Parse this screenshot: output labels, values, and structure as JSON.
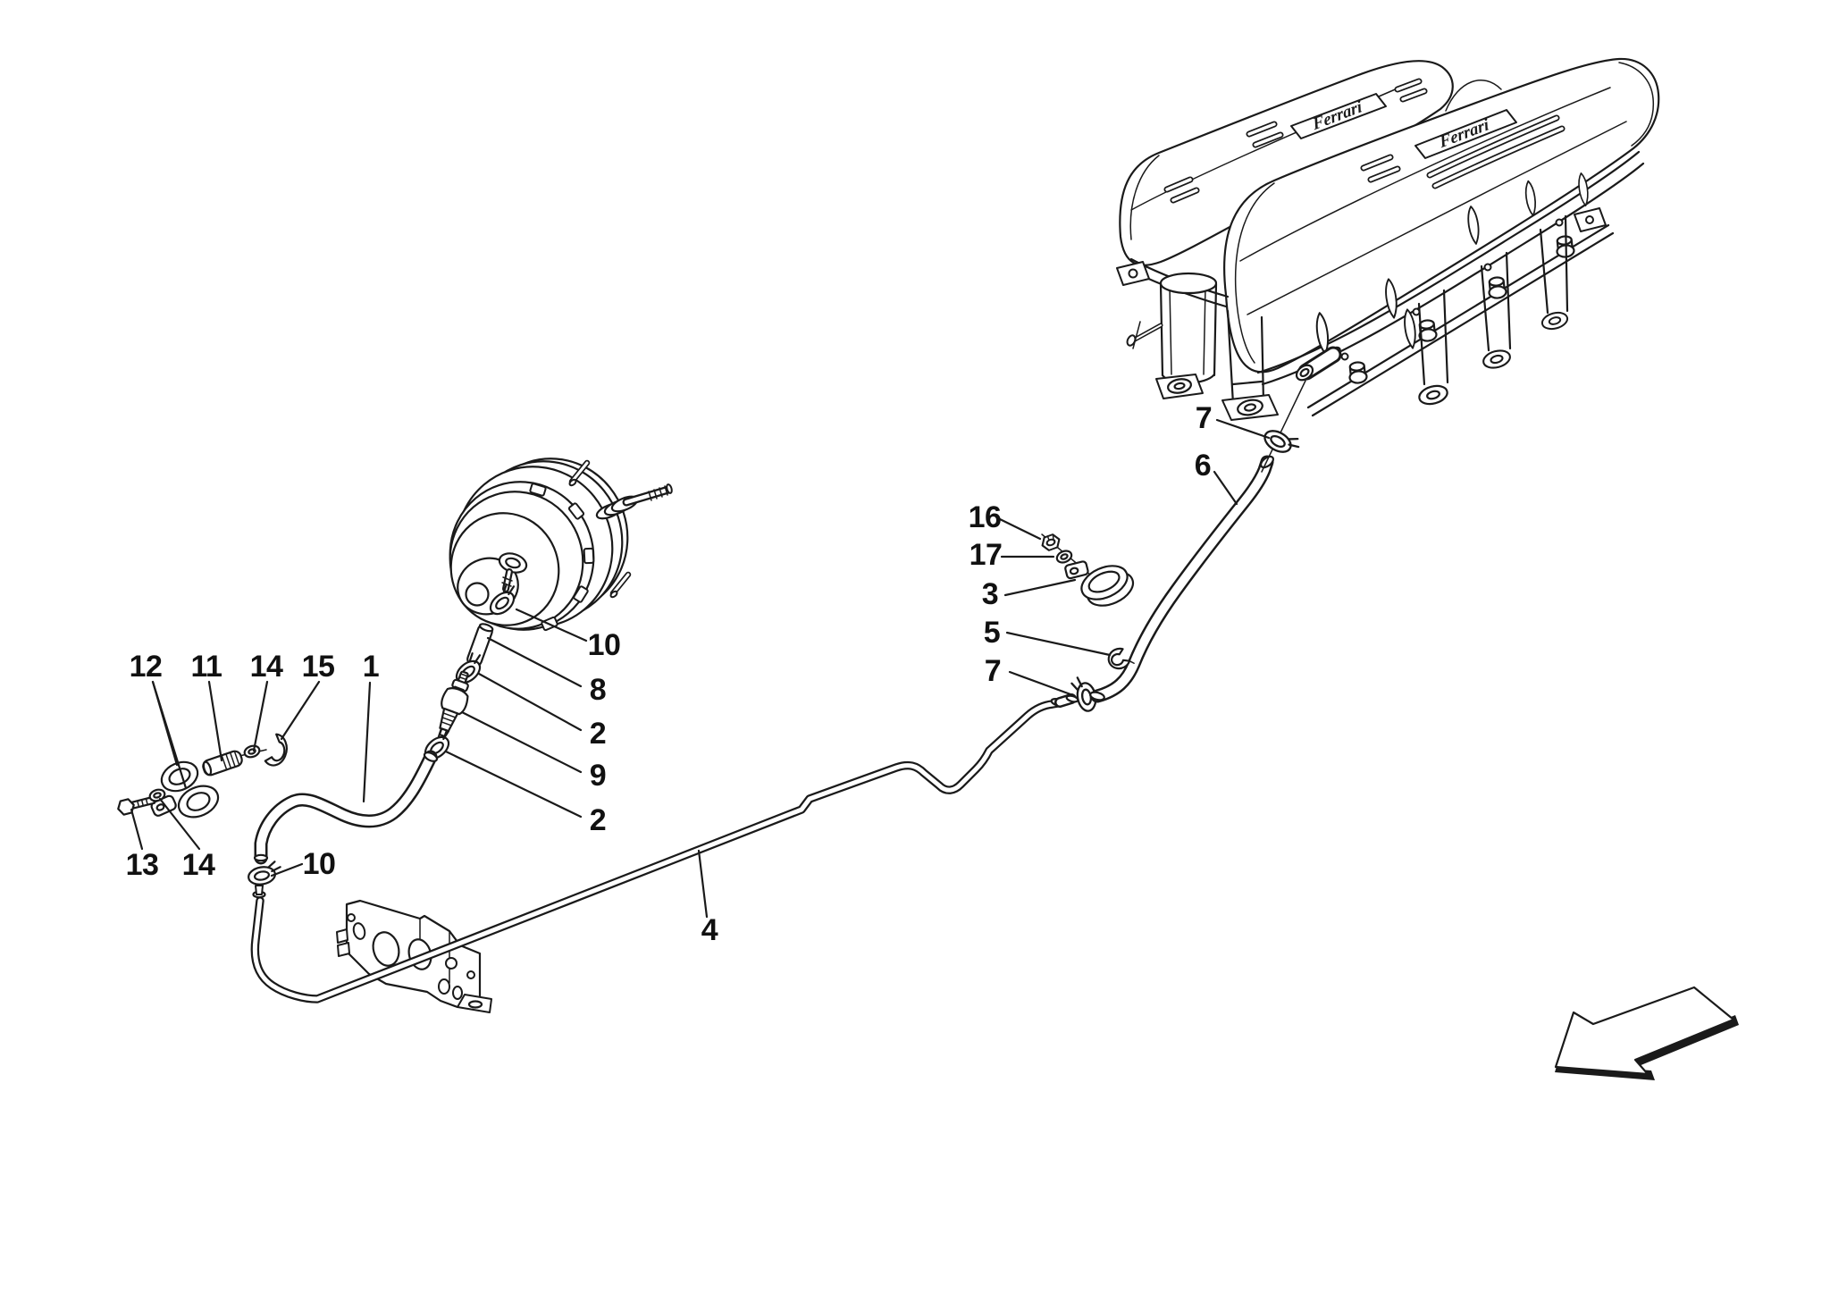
{
  "figure": {
    "background": "#ffffff",
    "line_color": "#1a1a1a",
    "label_color": "#111111"
  },
  "logo": {
    "text": "Ferrari"
  },
  "callouts": [
    {
      "label": "12"
    },
    {
      "label": "11"
    },
    {
      "label": "14"
    },
    {
      "label": "15"
    },
    {
      "label": "1"
    },
    {
      "label": "13"
    },
    {
      "label": "14"
    },
    {
      "label": "10"
    },
    {
      "label": "10"
    },
    {
      "label": "8"
    },
    {
      "label": "2"
    },
    {
      "label": "9"
    },
    {
      "label": "2"
    },
    {
      "label": "16"
    },
    {
      "label": "17"
    },
    {
      "label": "3"
    },
    {
      "label": "5"
    },
    {
      "label": "7"
    },
    {
      "label": "7"
    },
    {
      "label": "6"
    },
    {
      "label": "4"
    }
  ]
}
